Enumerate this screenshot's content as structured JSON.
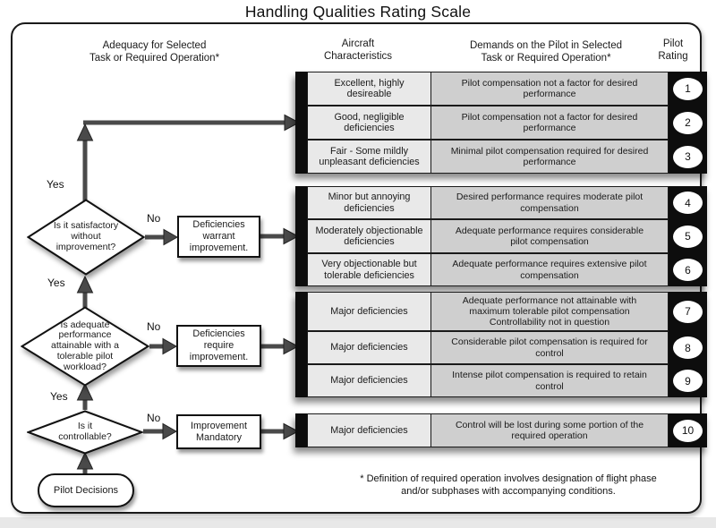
{
  "title": "Handling Qualities Rating Scale",
  "headers": {
    "adequacy": "Adequacy for Selected\nTask or Required  Operation*",
    "aircraft": "Aircraft\nCharacteristics",
    "demands": "Demands on the Pilot in Selected\nTask or Required Operation*",
    "rating": "Pilot\nRating"
  },
  "rows": [
    {
      "characteristics": "Excellent, highly\ndesireable",
      "demands": "Pilot compensation not a factor for desired\nperformance",
      "rating": "1"
    },
    {
      "characteristics": "Good, negligible\ndeficiencies",
      "demands": "Pilot compensation not a factor for desired\nperformance",
      "rating": "2"
    },
    {
      "characteristics": "Fair - Some mildly\nunpleasant deficiencies",
      "demands": "Minimal pilot compensation required for desired\nperformance",
      "rating": "3"
    },
    {
      "characteristics": "Minor but annoying\ndeficiencies",
      "demands": "Desired performance requires moderate pilot\ncompensation",
      "rating": "4"
    },
    {
      "characteristics": "Moderately objectionable\ndeficiencies",
      "demands": "Adequate performance requires considerable\npilot compensation",
      "rating": "5"
    },
    {
      "characteristics": "Very objectionable but\ntolerable deficiencies",
      "demands": "Adequate performance requires extensive pilot\ncompensation",
      "rating": "6"
    },
    {
      "characteristics": "Major deficiencies",
      "demands": "Adequate performance not attainable with\nmaximum tolerable pilot compensation\nControllability not in question",
      "rating": "7"
    },
    {
      "characteristics": "Major deficiencies",
      "demands": "Considerable pilot compensation is required for\ncontrol",
      "rating": "8"
    },
    {
      "characteristics": "Major deficiencies",
      "demands": "Intense pilot compensation is required to retain\ncontrol",
      "rating": "9"
    },
    {
      "characteristics": "Major deficiencies",
      "demands": "Control will be lost during some portion of the\nrequired operation",
      "rating": "10"
    }
  ],
  "flow": {
    "decisions": [
      {
        "question": "Is it satisfactory\nwithout\nimprovement?",
        "yes_label": "Yes",
        "no_label": "No",
        "action": "Deficiencies\nwarrant\nimprovement."
      },
      {
        "question": "Is adequate\nperformance\nattainable with a\ntolerable pilot\nworkload?",
        "yes_label": "Yes",
        "no_label": "No",
        "action": "Deficiencies\nrequire\nimprovement."
      },
      {
        "question": "Is it\ncontrollable?",
        "yes_label": "Yes",
        "no_label": "No",
        "action": "Improvement\nMandatory"
      }
    ],
    "start": "Pilot Decisions"
  },
  "footnote": "* Definition of required operation involves designation of flight phase\nand/or subphases with accompanying conditions.",
  "colors": {
    "characteristics_cell": "#e9e9e9",
    "demands_cell": "#cfcfcf",
    "rating_bar": "#0d0d0d",
    "arrow": "#4a4a4a",
    "border": "#1a1a1a"
  }
}
